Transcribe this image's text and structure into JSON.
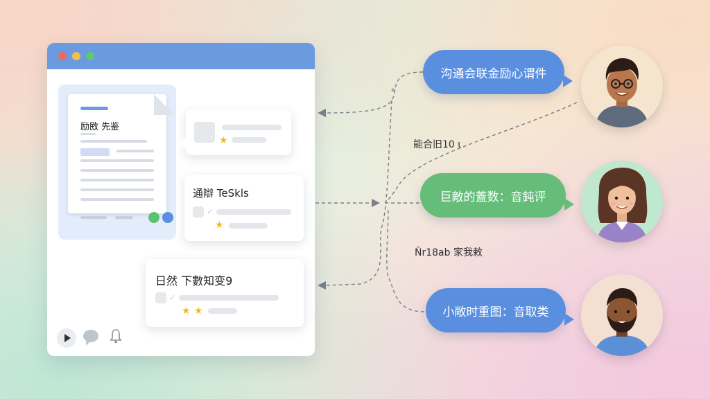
{
  "window": {
    "document_title": "励敃 先鉴"
  },
  "cards": [
    {
      "title": ""
    },
    {
      "title": "通辯 TeSkls"
    },
    {
      "title": "日然 下數知变9"
    }
  ],
  "labels": {
    "top": "能合旧10 ι",
    "bottom": "Ñr18ab 家我敕"
  },
  "bubbles": [
    {
      "text": "沟通会联金励心谓件",
      "color": "#5a8fe0"
    },
    {
      "text": "巨敵的蓋数：音鈍评",
      "color": "#66bd7a"
    },
    {
      "text": "小敞时重图：音取类",
      "color": "#5a8fe0"
    }
  ],
  "avatars": [
    {
      "icon": "man-glasses-avatar"
    },
    {
      "icon": "woman-avatar"
    },
    {
      "icon": "bearded-man-avatar"
    }
  ],
  "colors": {
    "accent_blue": "#6a9ae0",
    "bubble_blue": "#5a8fe0",
    "bubble_green": "#66bd7a",
    "star": "#f2b81f"
  }
}
